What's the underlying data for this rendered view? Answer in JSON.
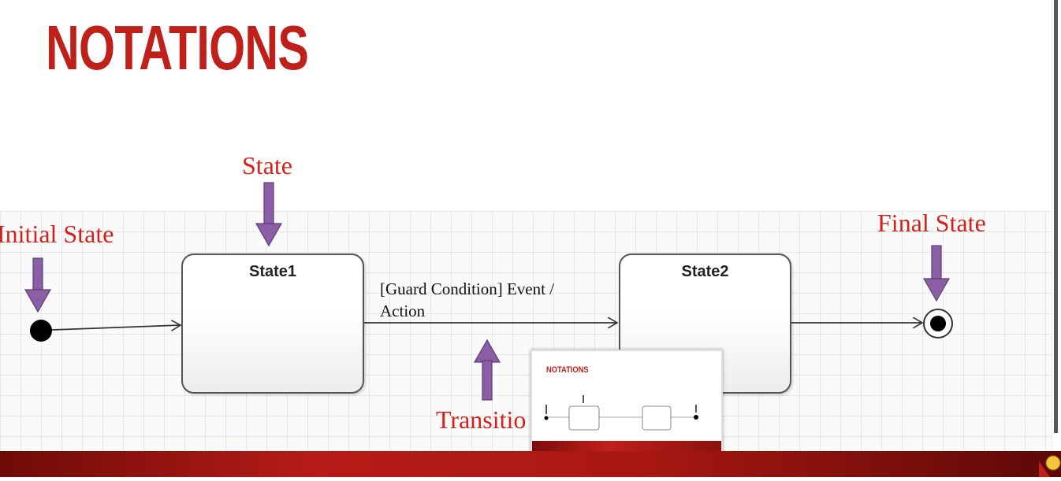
{
  "title": "NOTATIONS",
  "labels": {
    "state": "State",
    "initial_state": "Initial State",
    "final_state": "Final State",
    "transition": "Transitio"
  },
  "states": [
    {
      "name": "State1"
    },
    {
      "name": "State2"
    }
  ],
  "transition_text": {
    "line1": "[Guard Condition] Event /",
    "line2": "Action"
  },
  "thumbnail": {
    "title": "NOTATIONS"
  },
  "colors": {
    "accent_red": "#c0201a",
    "label_red": "#d4211b",
    "arrow_purple": "#8b5fa5"
  },
  "icons": [
    "down-arrow-icon",
    "up-arrow-icon",
    "initial-state-icon",
    "final-state-icon",
    "corner-logo-icon"
  ]
}
